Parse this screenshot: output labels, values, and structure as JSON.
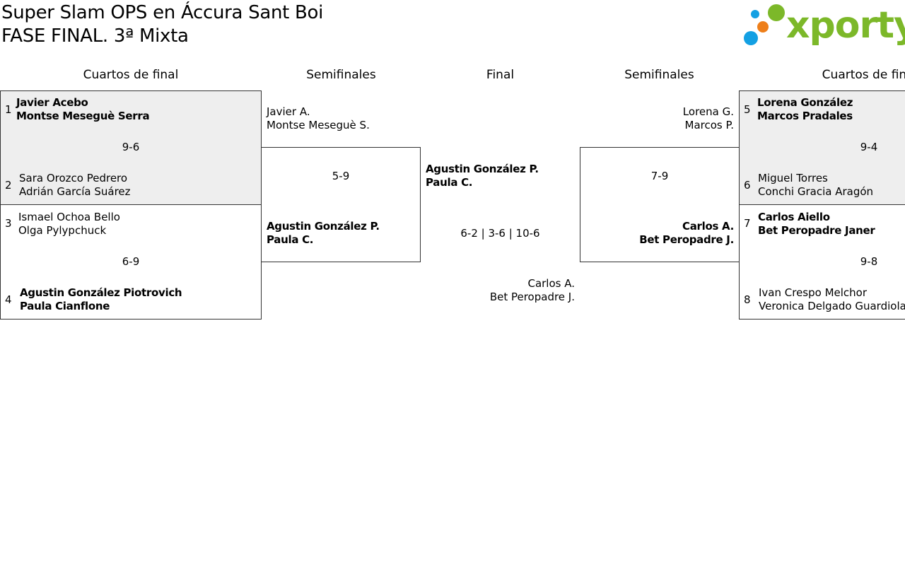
{
  "header": {
    "title": "Super Slam OPS en Áccura Sant Boi",
    "subtitle": "FASE FINAL. 3ª Mixta",
    "logo_text": "xporty",
    "logo_colors": {
      "green": "#7cb829",
      "blue": "#13a0e3",
      "orange": "#ee7f1a"
    }
  },
  "columns": {
    "qf_left": "Cuartos de final",
    "sf_left": "Semifinales",
    "final": "Final",
    "sf_right": "Semifinales",
    "qf_right": "Cuartos de final"
  },
  "qf_left": [
    {
      "top": {
        "seed": "1",
        "p1": "Javier Acebo",
        "p2": "Montse Meseguè Serra"
      },
      "score": "9-6",
      "bottom": {
        "seed": "2",
        "p1": "Sara Orozco Pedrero",
        "p2": "Adrián García Suárez"
      }
    },
    {
      "top": {
        "seed": "3",
        "p1": "Ismael Ochoa Bello",
        "p2": "Olga Pylypchuck"
      },
      "score": "6-9",
      "bottom": {
        "seed": "4",
        "p1": "Agustin González Piotrovich",
        "p2": "Paula Cianflone"
      }
    }
  ],
  "qf_right": [
    {
      "top": {
        "seed": "5",
        "p1": "Lorena González",
        "p2": "Marcos Pradales"
      },
      "score": "9-4",
      "bottom": {
        "seed": "6",
        "p1": "Miguel Torres",
        "p2": "Conchi Gracia Aragón"
      }
    },
    {
      "top": {
        "seed": "7",
        "p1": "Carlos Aiello",
        "p2": "Bet Peropadre Janer"
      },
      "score": "9-8",
      "bottom": {
        "seed": "8",
        "p1": "Ivan Crespo Melchor",
        "p2": "Veronica Delgado Guardiola"
      }
    }
  ],
  "sf_left": {
    "top": {
      "p1": "Javier A.",
      "p2": "Montse Meseguè S."
    },
    "score": "5-9",
    "bottom": {
      "p1": "Agustin González P.",
      "p2": "Paula C."
    }
  },
  "sf_right": {
    "top": {
      "p1": "Lorena G.",
      "p2": "Marcos P."
    },
    "score": "7-9",
    "bottom": {
      "p1": "Carlos A.",
      "p2": "Bet Peropadre J."
    }
  },
  "final": {
    "top": {
      "p1": "Agustin González P.",
      "p2": "Paula C."
    },
    "score": "6-2 | 3-6 | 10-6",
    "bottom": {
      "p1": "Carlos A.",
      "p2": "Bet Peropadre J."
    }
  }
}
